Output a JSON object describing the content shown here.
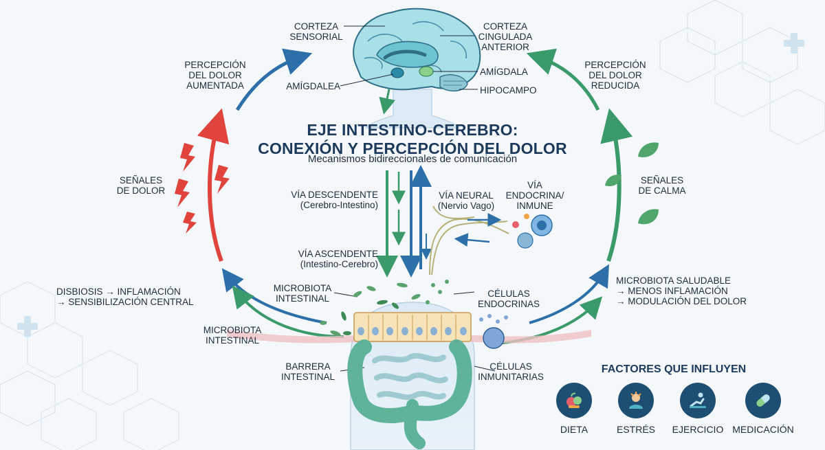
{
  "title_line1": "EJE INTESTINO-CEREBRO:",
  "title_line2": "CONEXIÓN Y PERCEPCIÓN DEL DOLOR",
  "subtitle": "Mecanismos bidireccionales de comunicación",
  "brain_labels": {
    "corteza_sensorial": [
      "CORTEZA",
      "SENSORIAL"
    ],
    "corteza_cingulada": [
      "CORTEZA",
      "CINGULADA",
      "ANTERIOR"
    ],
    "amigdalea": "AMÍGDALEA",
    "amigdala": "AMÍGDALA",
    "hipocampo": "HIPOCAMPO"
  },
  "left_side": {
    "percepcion_aumentada": [
      "PERCEPCIÓN",
      "DEL DOLOR",
      "AUMENTADA"
    ],
    "senales_dolor": [
      "SEÑALES",
      "DE DOLOR"
    ],
    "disbiosis": [
      "DISBIOSIS → INFLAMACIÓN",
      "→ SENSIBILIZACIÓN CENTRAL"
    ],
    "microbiota": [
      "MICROBIOTA",
      "INTESTINAL"
    ]
  },
  "right_side": {
    "percepcion_reducida": [
      "PERCEPCIÓN",
      "DEL DOLOR",
      "REDUCIDA"
    ],
    "senales_calma": [
      "SEÑALES",
      "DE CALMA"
    ],
    "microbiota_saludable": [
      "MICROBIOTA SALUDABLE",
      "→ MENOS INFLAMACIÓN",
      "→ MODULACIÓN DEL DOLOR"
    ]
  },
  "pathways": {
    "descendente": [
      "VÍA DESCENDENTE",
      "(Cerebro-Intestino)"
    ],
    "ascendente": [
      "VÍA ASCENDENTE",
      "(Intestino-Cerebro)"
    ],
    "neural": [
      "VÍA NEURAL",
      "(Nervio Vago)"
    ],
    "endocrina": [
      "VÍA",
      "ENDOCRINA/",
      "INMUNE"
    ]
  },
  "gut_labels": {
    "microbiota_intestinal": [
      "MICROBIOTA",
      "INTESTINAL"
    ],
    "celulas_endocrinas": [
      "CÉLULAS",
      "ENDOCRINAS"
    ],
    "barrera": [
      "BARRERA",
      "INTESTINAL"
    ],
    "celulas_inmunitarias": [
      "CÉLULAS",
      "INMUNITARIAS"
    ]
  },
  "factors": {
    "title": "FACTORES QUE INFLUYEN",
    "items": [
      {
        "label": "DIETA",
        "icon": "food-icon"
      },
      {
        "label": "ESTRÉS",
        "icon": "stressed-person-icon"
      },
      {
        "label": "EJERCICIO",
        "icon": "exercise-icon"
      },
      {
        "label": "MEDICACIÓN",
        "icon": "pill-icon"
      }
    ]
  },
  "colors": {
    "pain": "#e0443c",
    "calm": "#3a9a6a",
    "descending": "#2d6fa8",
    "navy": "#1d3a5c",
    "brain": "#8fd0dc",
    "gut": "#5fb39a"
  }
}
